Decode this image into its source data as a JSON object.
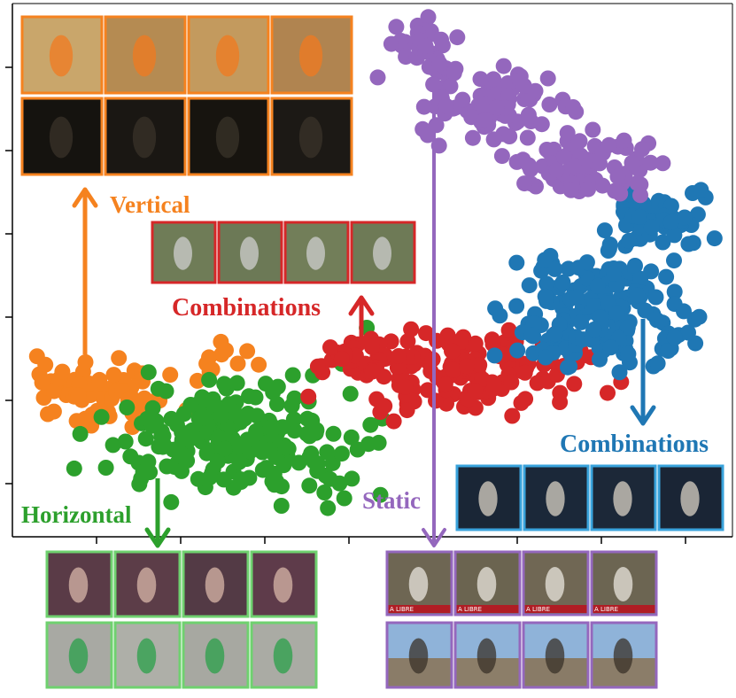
{
  "colors": {
    "orange": "#f5821f",
    "green": "#2ca02c",
    "red": "#d62728",
    "blue": "#1f77b4",
    "purple": "#9467bd",
    "axis": "#000000"
  },
  "labels": {
    "vertical": "Vertical",
    "combinations_red": "Combinations",
    "combinations_blue": "Combinations",
    "horizontal": "Horizontal",
    "static": "Static"
  },
  "thumbnails": {
    "vertical_row1": [
      "climber-frame-1",
      "climber-frame-2",
      "climber-frame-3",
      "climber-frame-4"
    ],
    "vertical_row2": [
      "drinking-frame-1",
      "drinking-frame-2",
      "drinking-frame-3",
      "drinking-frame-4"
    ],
    "red_row": [
      "fencing-frame-1",
      "fencing-frame-2",
      "fencing-frame-3",
      "fencing-frame-4"
    ],
    "blue_row": [
      "basketball-frame-1",
      "basketball-frame-2",
      "basketball-frame-3",
      "basketball-frame-4"
    ],
    "green_row1": [
      "girl-laughing-frame-1",
      "girl-laughing-frame-2",
      "girl-laughing-frame-3",
      "girl-laughing-frame-4"
    ],
    "green_row2": [
      "kid-bike-frame-1",
      "kid-bike-frame-2",
      "kid-bike-frame-3",
      "kid-bike-frame-4"
    ],
    "purple_row1": [
      "cooking-frame-1",
      "cooking-frame-2",
      "cooking-frame-3",
      "cooking-frame-4"
    ],
    "purple_row2": [
      "beach-frame-1",
      "beach-frame-2",
      "beach-frame-3",
      "beach-frame-4"
    ],
    "banner_text": "A LIBRE"
  },
  "chart_data": {
    "type": "scatter",
    "title": "",
    "xlabel": "",
    "ylabel": "",
    "grid": false,
    "x_ticks": 8,
    "y_ticks": 6,
    "series": [
      {
        "name": "Vertical",
        "color": "orange",
        "clusters": [
          {
            "cx": 0.12,
            "cy": 0.27,
            "sx": 0.06,
            "sy": 0.03,
            "n": 70
          },
          {
            "cx": 0.28,
            "cy": 0.33,
            "sx": 0.03,
            "sy": 0.02,
            "n": 10
          }
        ]
      },
      {
        "name": "Horizontal",
        "color": "green",
        "clusters": [
          {
            "cx": 0.32,
            "cy": 0.18,
            "sx": 0.09,
            "sy": 0.05,
            "n": 200
          },
          {
            "cx": 0.48,
            "cy": 0.35,
            "sx": 0.02,
            "sy": 0.02,
            "n": 6
          }
        ]
      },
      {
        "name": "Combinations",
        "color": "red",
        "clusters": [
          {
            "cx": 0.62,
            "cy": 0.31,
            "sx": 0.09,
            "sy": 0.04,
            "n": 160
          },
          {
            "cx": 0.47,
            "cy": 0.33,
            "sx": 0.03,
            "sy": 0.02,
            "n": 20
          }
        ]
      },
      {
        "name": "Combinations",
        "color": "blue",
        "clusters": [
          {
            "cx": 0.82,
            "cy": 0.42,
            "sx": 0.06,
            "sy": 0.06,
            "n": 170
          },
          {
            "cx": 0.9,
            "cy": 0.6,
            "sx": 0.04,
            "sy": 0.03,
            "n": 60
          }
        ]
      },
      {
        "name": "Static",
        "color": "purple",
        "clusters": [
          {
            "cx": 0.56,
            "cy": 0.92,
            "sx": 0.03,
            "sy": 0.03,
            "n": 40
          },
          {
            "cx": 0.68,
            "cy": 0.81,
            "sx": 0.05,
            "sy": 0.03,
            "n": 90
          },
          {
            "cx": 0.8,
            "cy": 0.7,
            "sx": 0.05,
            "sy": 0.03,
            "n": 70
          }
        ]
      }
    ]
  }
}
